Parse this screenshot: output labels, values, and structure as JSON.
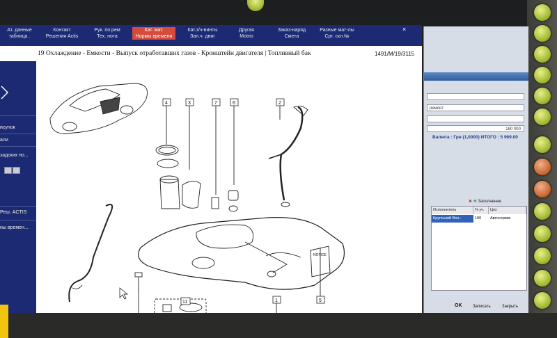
{
  "toolbar": {
    "items": [
      {
        "line1": "Ат. данные",
        "line2": "таблица ."
      },
      {
        "line1": "Контакт",
        "line2": "Решения Actis"
      },
      {
        "line1": "Рук. по рем",
        "line2": "Тех. нота"
      },
      {
        "line1": "Кат. мат.",
        "line2": "Нормы времени"
      },
      {
        "line1": "Кат.з/ч-винты",
        "line2": "Зап.ч. двиг"
      },
      {
        "line1": "Другая",
        "line2": "Motrio"
      },
      {
        "line1": "Заказ-наряд",
        "line2": "Смета"
      },
      {
        "line1": "Разные мат-лы",
        "line2": "Срт. скл.№"
      }
    ],
    "close": "×"
  },
  "breadcrumb": {
    "path": "19 Охлаждение - Емкости - Выпуск отработавших газов - Кронштейн двигателя | Топливный бак",
    "ref": "1491/M/19/3115"
  },
  "sidebar": {
    "items": [
      "исунок",
      "али",
      "задских но...",
      "Реш. ACTIS",
      "ны времен..."
    ],
    "btn1": "",
    "btn2": ""
  },
  "diagram": {
    "callouts": [
      "4",
      "3",
      "7",
      "6",
      "2",
      "1",
      "5",
      "11"
    ],
    "notice": "NOTICE"
  },
  "right_panel": {
    "field_label": "ремонт",
    "amount": "180 000",
    "total": "Валюта : Грн (1,0000) ИТОГО : 5 969.00",
    "menu_label": "Заполнение",
    "grid_headers": [
      "Исполнитель",
      "% уч.",
      "Цех"
    ],
    "grid_row": [
      "Крупський Вол..",
      "100",
      "Автосервис"
    ],
    "ok": "OK",
    "save": "Записать",
    "close": "Закрыть"
  }
}
